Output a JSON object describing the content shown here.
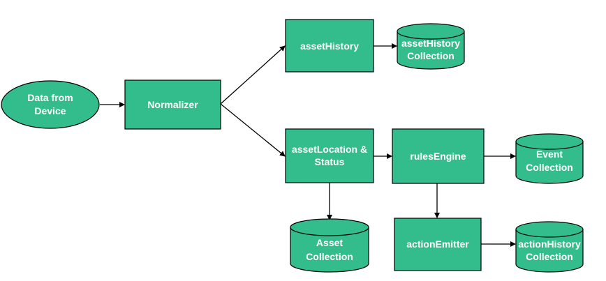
{
  "diagram": {
    "colors": {
      "node_fill": "#33bc8c",
      "stroke": "#000000",
      "text": "#ffffff"
    },
    "nodes": {
      "data_from_device": {
        "line1": "Data from",
        "line2": "Device"
      },
      "normalizer": {
        "line1": "Normalizer"
      },
      "asset_history": {
        "line1": "assetHistory"
      },
      "asset_history_collection": {
        "line1": "assetHistory",
        "line2": "Collection"
      },
      "asset_location_status": {
        "line1": "assetLocation &",
        "line2": "Status"
      },
      "rules_engine": {
        "line1": "rulesEngine"
      },
      "event_collection": {
        "line1": "Event",
        "line2": "Collection"
      },
      "asset_collection": {
        "line1": "Asset",
        "line2": "Collection"
      },
      "action_emitter": {
        "line1": "actionEmitter"
      },
      "action_history_collection": {
        "line1": "actionHistory",
        "line2": "Collection"
      }
    }
  }
}
